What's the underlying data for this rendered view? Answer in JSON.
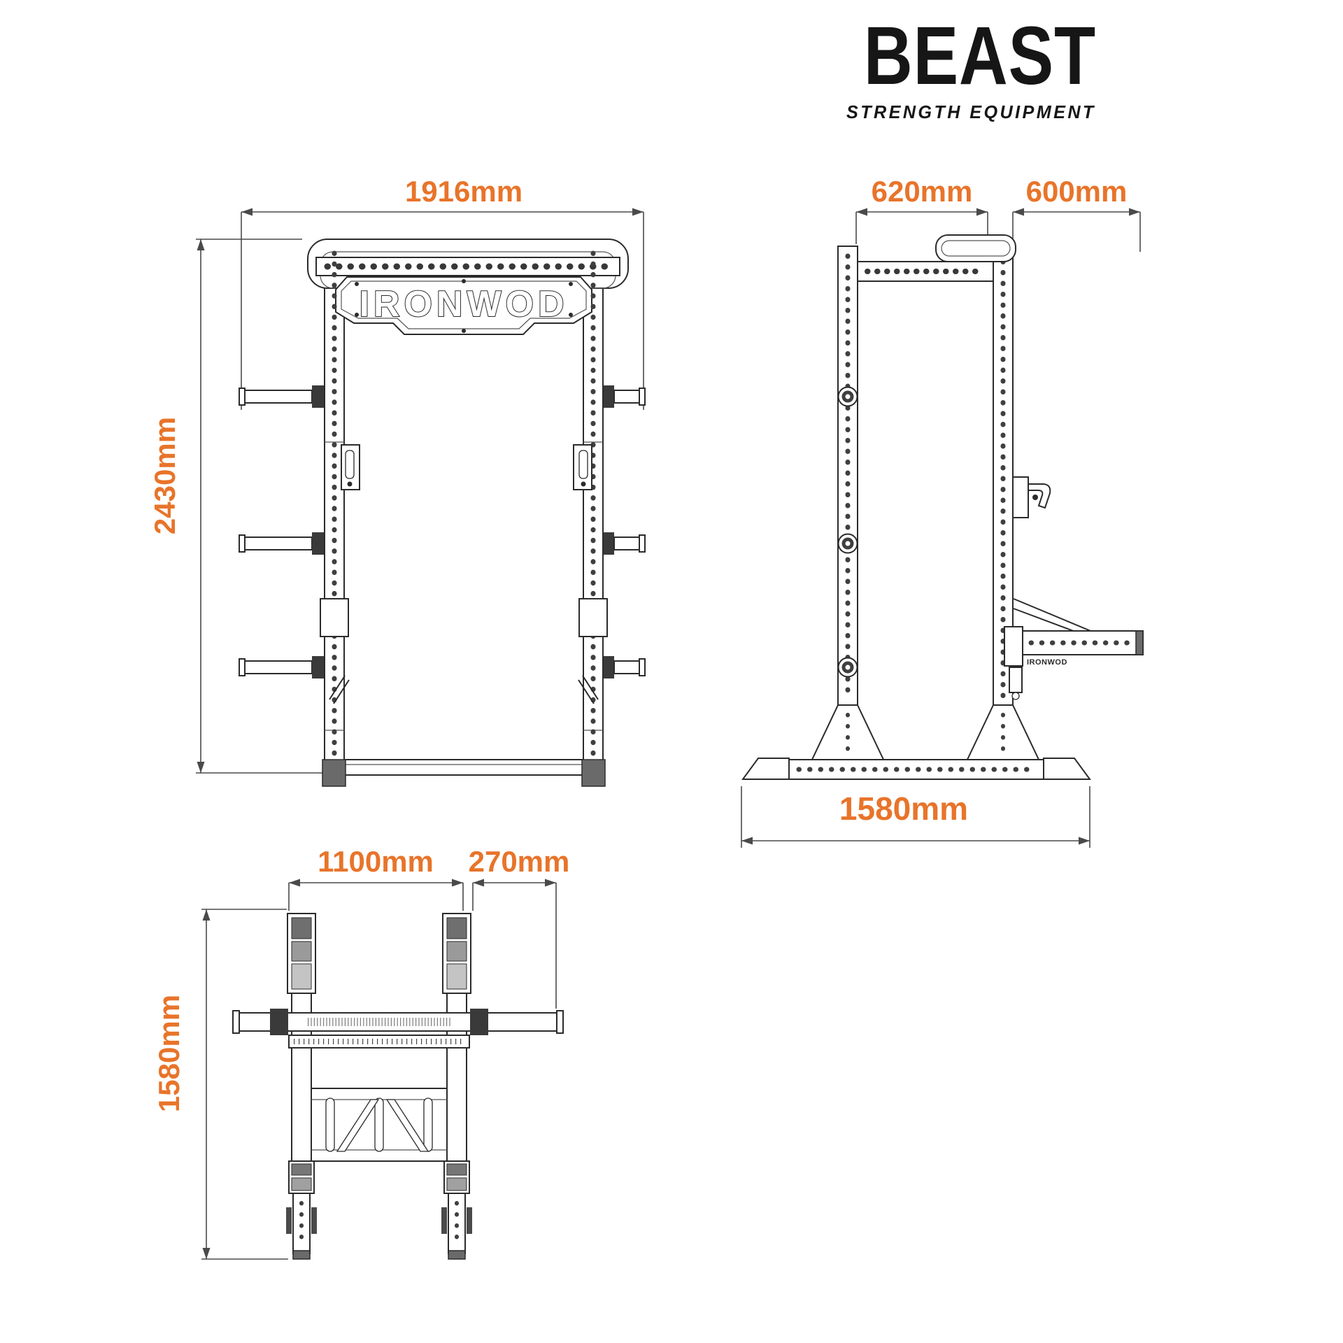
{
  "logo": {
    "brand": "BEAST",
    "tagline": "STRENGTH EQUIPMENT",
    "color": "#161616"
  },
  "colors": {
    "dimension_text": "#E8742A",
    "drawing_line": "#2b2b2b",
    "dimension_line": "#4a4a4a",
    "background": "#ffffff"
  },
  "front_view": {
    "width_label": "1916mm",
    "height_label": "2430mm",
    "plate_text": "IRONWOD"
  },
  "side_view": {
    "top_width_label": "620mm",
    "arm_reach_label": "600mm",
    "base_length_label": "1580mm",
    "arm_text": "IRONWOD"
  },
  "top_view": {
    "bar_span_label": "1100mm",
    "overhang_label": "270mm",
    "depth_label": "1580mm"
  }
}
